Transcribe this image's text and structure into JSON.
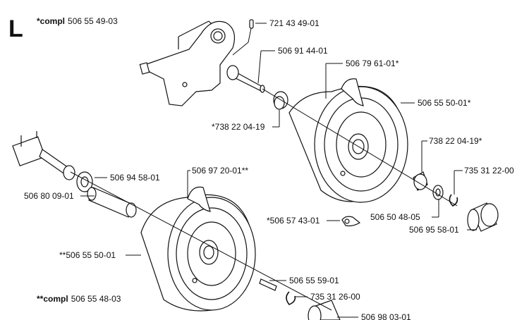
{
  "section_letter": "L",
  "header_top": {
    "prefix": "*compl",
    "number": "506 55 49-03"
  },
  "header_bottom": {
    "prefix": "**compl",
    "number": "506 55 48-03"
  },
  "parts": {
    "p721_43_49_01": "721 43 49-01",
    "p506_91_44_01": "506 91 44-01",
    "p506_79_61_01": "506 79 61-01*",
    "p506_55_50_01_star": "506 55 50-01*",
    "p738_22_04_19_left": "*738 22 04-19",
    "p738_22_04_19_right": "738 22 04-19*",
    "p735_31_22_00": "735 31 22-00",
    "p506_50_48_05": "506 50 48-05",
    "p506_95_58_01": "506 95 58-01",
    "p506_57_43_01": "*506 57 43-01",
    "p506_94_58_01": "506 94 58-01",
    "p506_80_09_01": "506 80 09-01",
    "p506_97_20_01": "506 97 20-01**",
    "p506_55_50_01_dstar": "**506 55 50-01",
    "p506_55_59_01": "506 55 59-01",
    "p735_31_26_00": "735 31 26-00",
    "p506_98_03_01": "506 98 03-01"
  }
}
